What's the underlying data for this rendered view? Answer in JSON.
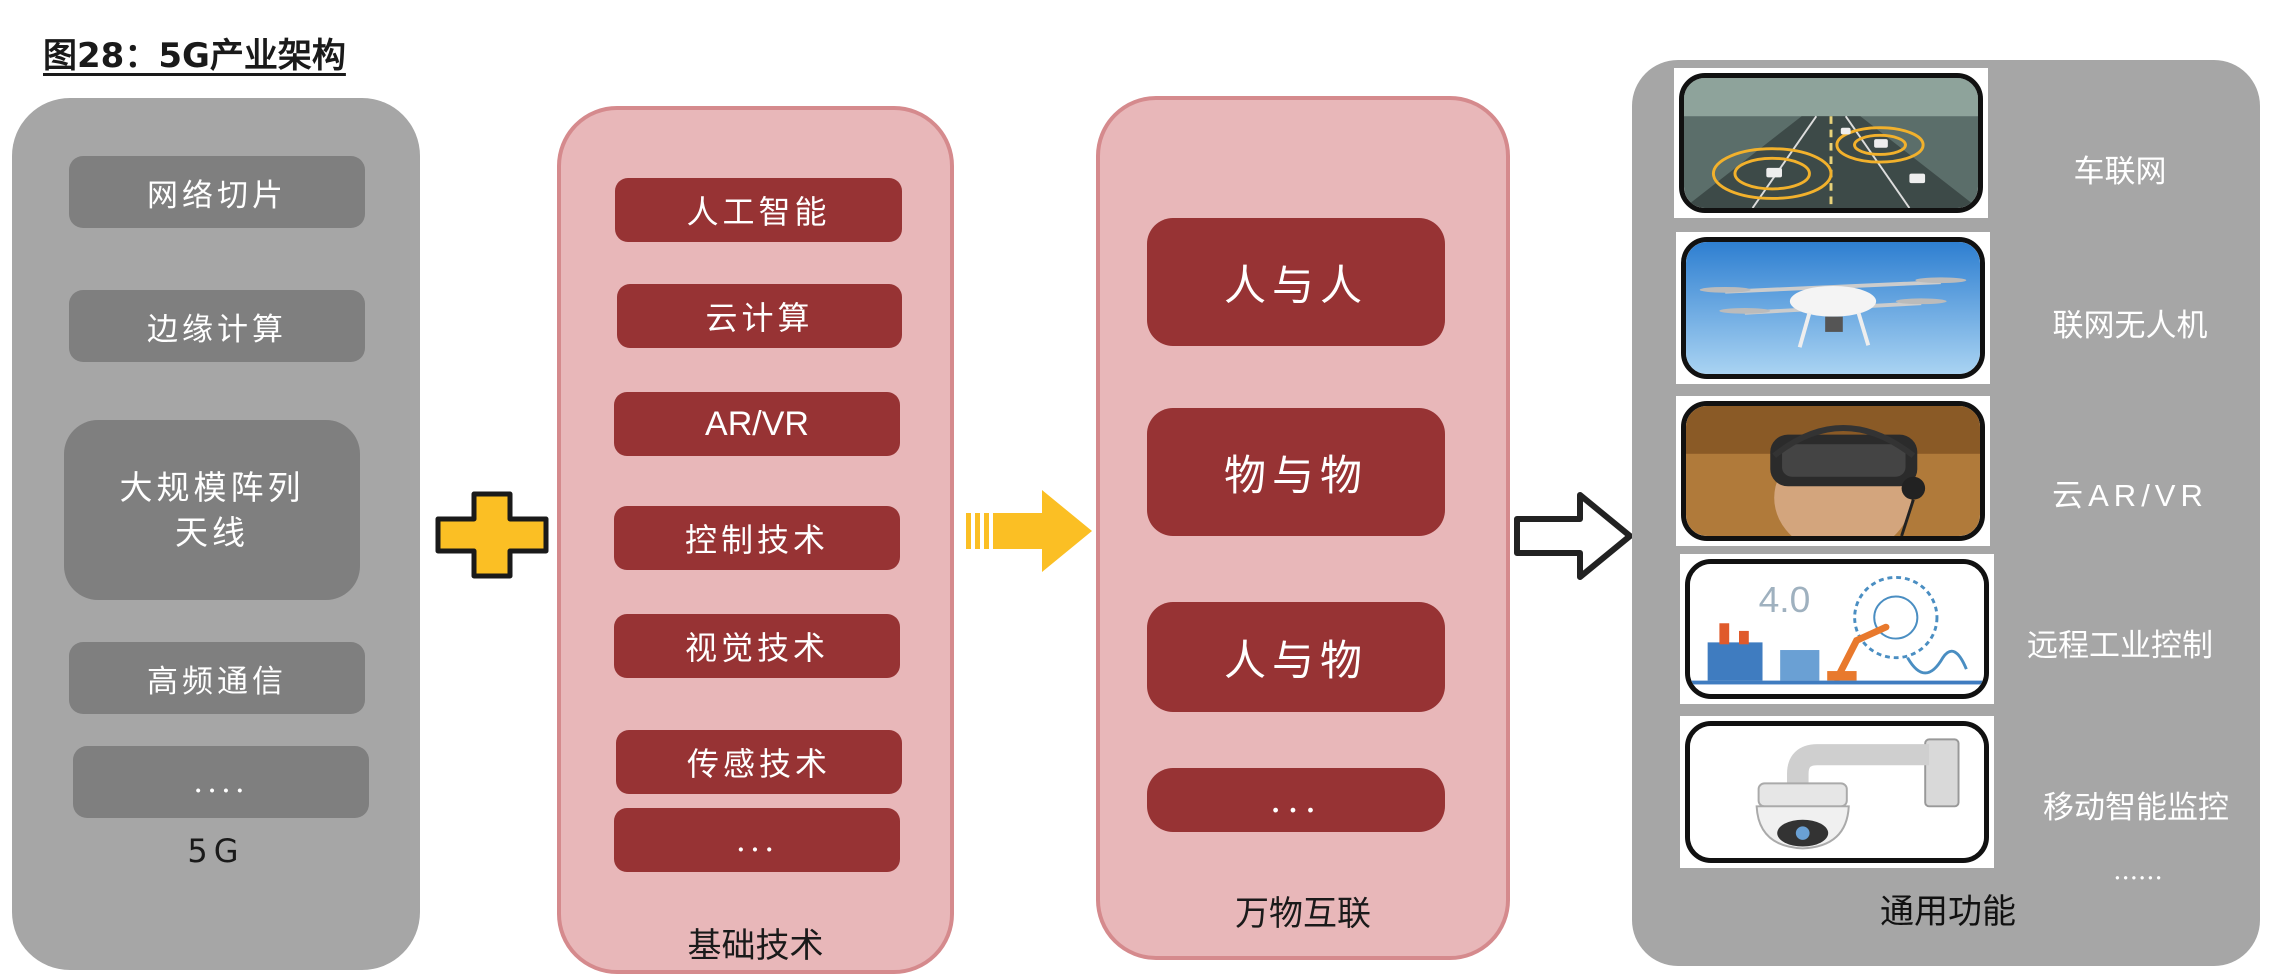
{
  "title": "图28：5G产业架构",
  "panel_5g": {
    "label": "5G",
    "items": [
      "网络切片",
      "边缘计算",
      "大规模阵列",
      "天线",
      "高频通信",
      "...."
    ]
  },
  "panel_basic": {
    "label": "基础技术",
    "items": [
      "人工智能",
      "云计算",
      "AR/VR",
      "控制技术",
      "视觉技术",
      "传感技术",
      "..."
    ]
  },
  "panel_iot": {
    "label": "万物互联",
    "items": [
      "人与人",
      "物与物",
      "人与物",
      "..."
    ]
  },
  "panel_apps": {
    "label": "通用功能",
    "items": [
      {
        "label": "车联网",
        "icon": "vehicle-network-image"
      },
      {
        "label": "联网无人机",
        "icon": "drone-image"
      },
      {
        "label": "云AR/VR",
        "icon": "vr-headset-image"
      },
      {
        "label": "远程工业控制",
        "icon": "industry-4-image"
      },
      {
        "label": "移动智能监控",
        "icon": "security-camera-image"
      }
    ],
    "more": "......"
  },
  "colors": {
    "gray_panel": "#a6a6a6",
    "gray_box": "#7f7f7f",
    "pink_panel": "#e8b7b9",
    "red_box": "#973334",
    "plus_yellow": "#fbbf24",
    "arrow_yellow": "#fbbf24"
  }
}
